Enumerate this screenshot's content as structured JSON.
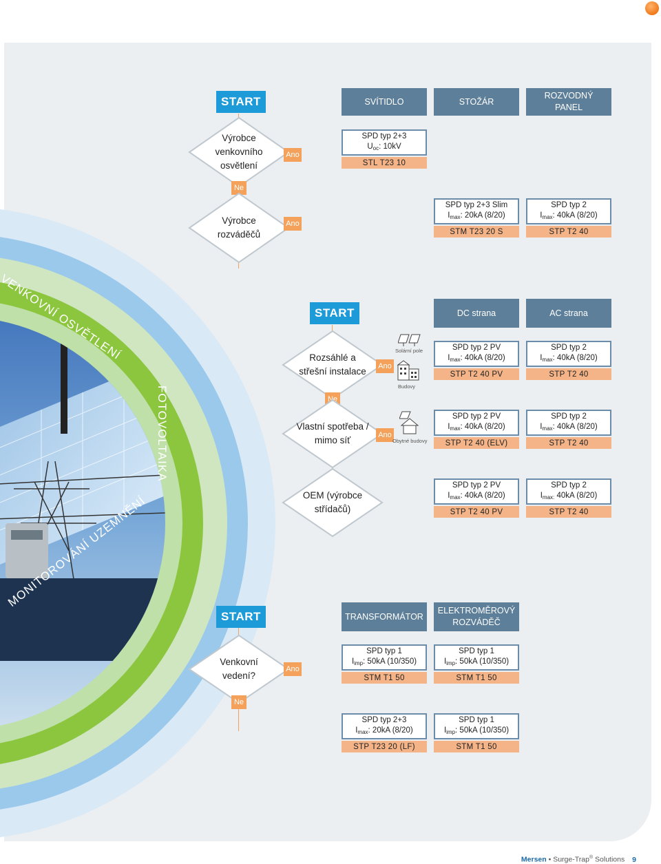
{
  "section1": {
    "start_label": "START",
    "headers": [
      "SVÍTIDLO",
      "STOŽÁR",
      "ROZVODNÝ PANEL"
    ],
    "q1": "Výrobce venkovního osvětlení",
    "q1_yes": "Ano",
    "q1_spd_line1": "SPD typ 2+3",
    "q1_spd_line2_main": "U",
    "q1_spd_line2_sub": "oc",
    "q1_spd_line2_rest": ": 10kV",
    "q1_model": "STL T23 10",
    "no": "Ne",
    "q2": "Výrobce rozváděčů",
    "q2_yes": "Ano",
    "q2_spd_a_line1": "SPD typ 2+3 Slim",
    "q2_spd_a_main": "I",
    "q2_spd_a_sub": "max",
    "q2_spd_a_rest": ": 20kA (8/20)",
    "q2_model_a": "STM T23 20 S",
    "q2_spd_b_line1": "SPD typ 2",
    "q2_spd_b_main": "I",
    "q2_spd_b_sub": "max",
    "q2_spd_b_rest": ": 40kA (8/20)",
    "q2_model_b": "STP T2 40"
  },
  "arc_labels": {
    "outdoor": "VENKOVNÍ OSVĚTLENÍ",
    "pv": "FOTOVOLTAIKA",
    "grounding": "MONITOROVÁNÍ UZEMNĚNÍ"
  },
  "section2": {
    "start_label": "START",
    "headers": [
      "DC strana",
      "AC strana"
    ],
    "q1": "Rozsáhlé a střešní instalace",
    "q1_yes": "Ano",
    "icon_solar": "Solární pole",
    "icon_buildings": "Budovy",
    "icon_house": "Obytné budovy",
    "no": "Ne",
    "q2": "Vlastní spotřeba / mimo síť",
    "q2_yes": "Ano",
    "q3": "OEM (výrobce střídačů)",
    "rows": [
      {
        "dc_line1": "SPD typ 2 PV",
        "dc_main": "I",
        "dc_sub": "max",
        "dc_rest": ": 40kA (8/20)",
        "dc_model": "STP T2 40 PV",
        "ac_line1": "SPD typ 2",
        "ac_main": "I",
        "ac_sub": "max",
        "ac_rest": ": 40kA (8/20)",
        "ac_model": "STP T2 40"
      },
      {
        "dc_line1": "SPD typ 2 PV",
        "dc_main": "I",
        "dc_sub": "max",
        "dc_rest": ": 40kA (8/20)",
        "dc_model": "STP T2 40 (ELV)",
        "ac_line1": "SPD typ 2",
        "ac_main": "I",
        "ac_sub": "max",
        "ac_rest": ": 40kA (8/20)",
        "ac_model": "STP T2 40"
      },
      {
        "dc_line1": "SPD typ 2 PV",
        "dc_main": "I",
        "dc_sub": "max",
        "dc_rest": ": 40kA (8/20)",
        "dc_model": "STP T2 40 PV",
        "ac_line1": "SPD typ 2",
        "ac_main": "I",
        "ac_sub": "max:",
        "ac_rest": " 40kA (8/20)",
        "ac_model": "STP T2 40"
      }
    ]
  },
  "section3": {
    "start_label": "START",
    "headers": [
      "TRANSFORMÁTOR",
      "ELEKTROMĚROVÝ ROZVÁDĚČ"
    ],
    "q1": "Venkovní vedení?",
    "q1_yes": "Ano",
    "no": "Ne",
    "r1a_line1": "SPD typ 1",
    "r1a_main": "I",
    "r1a_sub": "imp",
    "r1a_rest": ": 50kA (10/350)",
    "r1a_model": "STM T1 50",
    "r1b_line1": "SPD typ 1",
    "r1b_main": "I",
    "r1b_sub": "imp",
    "r1b_rest": ": 50kA (10/350)",
    "r1b_model": "STM T1 50",
    "r2a_line1": "SPD typ 2+3",
    "r2a_main": "I",
    "r2a_sub": "max",
    "r2a_rest": ": 20kA (8/20)",
    "r2a_model": "STP T23 20 (LF)",
    "r2b_line1": "SPD typ 1",
    "r2b_main": "I",
    "r2b_sub": "imp",
    "r2b_rest": ": 50kA (10/350)",
    "r2b_model": "STM T1 50"
  },
  "footer": {
    "brand": "Mersen",
    "bullet": "•",
    "product": "Surge-Trap",
    "reg": "®",
    "rest": " Solutions",
    "page": "9"
  }
}
